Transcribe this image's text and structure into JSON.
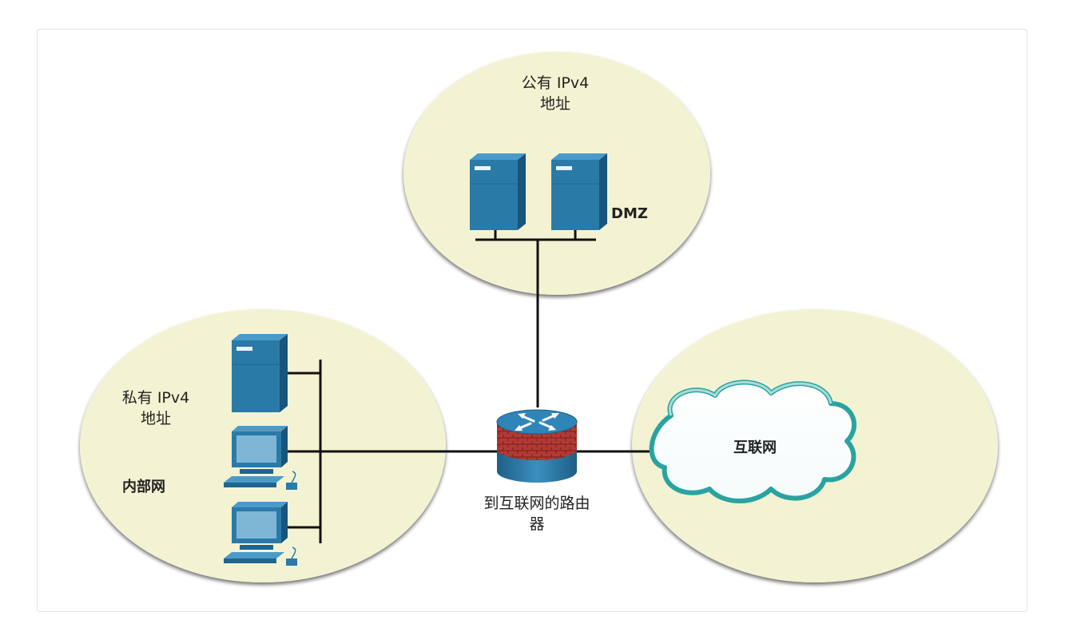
{
  "zones": {
    "dmz": {
      "address_line1": "公有 IPv4",
      "address_line2": "地址",
      "name": "DMZ"
    },
    "internal": {
      "address_line1": "私有 IPv4",
      "address_line2": "地址",
      "name": "内部网"
    },
    "internet": {
      "name": "互联网"
    }
  },
  "router": {
    "label_line1": "到互联网的路由",
    "label_line2": "器"
  },
  "icons": {
    "server": "server-icon",
    "pc": "pc-icon",
    "router": "firewall-router-icon",
    "cloud": "cloud-icon"
  },
  "colors": {
    "zone_fill": "#f3f3d3",
    "device_blue": "#2a7aa8",
    "cloud_stroke": "#2aa3a0",
    "firewall_red": "#a32a2a"
  }
}
